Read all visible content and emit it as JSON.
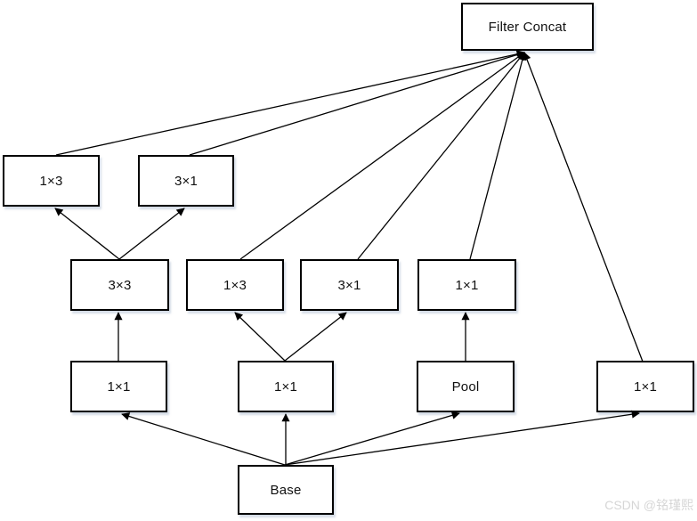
{
  "diagram": {
    "nodes": {
      "filter_concat": {
        "label": "Filter Concat"
      },
      "top_1x3": {
        "label": "1×3"
      },
      "top_3x1": {
        "label": "3×1"
      },
      "mid_3x3": {
        "label": "3×3"
      },
      "mid_1x3": {
        "label": "1×3"
      },
      "mid_3x1": {
        "label": "3×1"
      },
      "mid_1x1": {
        "label": "1×1"
      },
      "low_1x1_left": {
        "label": "1×1"
      },
      "low_1x1_mid": {
        "label": "1×1"
      },
      "low_pool": {
        "label": "Pool"
      },
      "low_1x1_right": {
        "label": "1×1"
      },
      "base": {
        "label": "Base"
      }
    },
    "edges": [
      {
        "from": "top_1x3",
        "to": "filter_concat"
      },
      {
        "from": "top_3x1",
        "to": "filter_concat"
      },
      {
        "from": "mid_1x3",
        "to": "filter_concat"
      },
      {
        "from": "mid_3x1",
        "to": "filter_concat"
      },
      {
        "from": "mid_1x1",
        "to": "filter_concat"
      },
      {
        "from": "low_1x1_right",
        "to": "filter_concat"
      },
      {
        "from": "mid_3x3",
        "to": "top_1x3"
      },
      {
        "from": "mid_3x3",
        "to": "top_3x1"
      },
      {
        "from": "low_1x1_left",
        "to": "mid_3x3"
      },
      {
        "from": "low_1x1_mid",
        "to": "mid_1x3"
      },
      {
        "from": "low_1x1_mid",
        "to": "mid_3x1"
      },
      {
        "from": "low_pool",
        "to": "mid_1x1"
      },
      {
        "from": "base",
        "to": "low_1x1_left"
      },
      {
        "from": "base",
        "to": "low_1x1_mid"
      },
      {
        "from": "base",
        "to": "low_pool"
      },
      {
        "from": "base",
        "to": "low_1x1_right"
      }
    ]
  },
  "watermark": {
    "text": "CSDN @铭瑾熙"
  },
  "colors": {
    "box_border": "#000000",
    "box_fill": "#ffffff",
    "line": "#000000",
    "watermark": "#d6d6d6",
    "background": "#ffffff"
  }
}
